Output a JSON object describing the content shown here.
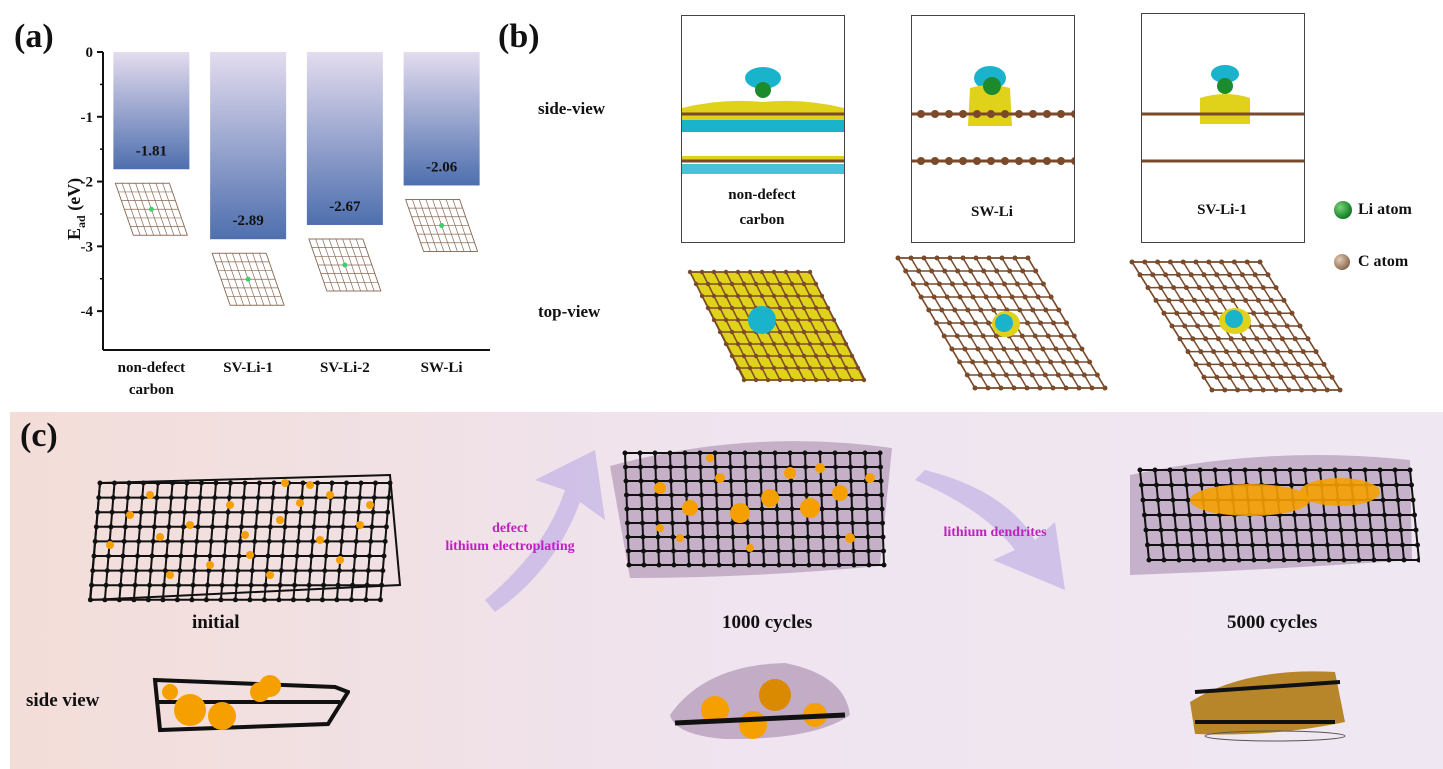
{
  "panel_a": {
    "label": "(a)",
    "chart_data": {
      "type": "bar",
      "categories": [
        "non-defect carbon",
        "SV-Li-1",
        "SV-Li-2",
        "SW-Li"
      ],
      "category_lines": [
        [
          "non-defect",
          "carbon"
        ],
        [
          "SV-Li-1"
        ],
        [
          "SV-Li-2"
        ],
        [
          "SW-Li"
        ]
      ],
      "values": [
        -1.81,
        -2.89,
        -2.67,
        -2.06
      ],
      "value_labels": [
        "-1.81",
        "-2.89",
        "-2.67",
        "-2.06"
      ],
      "ylabel_main": "E",
      "ylabel_sub": "ad",
      "ylabel_unit": " (eV)",
      "ylim": [
        -4.6,
        0
      ],
      "yticks": [
        0,
        -1,
        -2,
        -3,
        -4
      ],
      "ytick_labels": [
        "0",
        "-1",
        "-2",
        "-3",
        "-4"
      ],
      "grid": false,
      "bar_gradient": [
        "#e4dcef",
        "#4e6fae"
      ]
    }
  },
  "panel_b": {
    "label": "(b)",
    "row_labels": [
      "side-view",
      "top-view"
    ],
    "columns": [
      {
        "caption_lines": [
          "non-defect",
          "carbon"
        ]
      },
      {
        "caption_lines": [
          "SW-Li"
        ]
      },
      {
        "caption_lines": [
          "SV-Li-1"
        ]
      }
    ],
    "legend": [
      {
        "label": "Li atom",
        "color": "#1e8a2e"
      },
      {
        "label": "C atom",
        "color": "#9a7a62"
      }
    ],
    "colors": {
      "isosurface_yellow": "#e0d21a",
      "isosurface_cyan": "#1ab3cc",
      "carbon": "#7a4a2a"
    }
  },
  "panel_c": {
    "label": "(c)",
    "stages": [
      "initial",
      "1000 cycles",
      "5000 cycles"
    ],
    "arrow1_lines": [
      "defect",
      "lithium electroplating"
    ],
    "arrow2_lines": [
      "lithium dendrites"
    ],
    "side_view_label": "side view",
    "colors": {
      "lattice": "#111111",
      "lithium": "#f5a000",
      "sei": "#b39ab8",
      "text_accent": "#c020c0"
    }
  }
}
